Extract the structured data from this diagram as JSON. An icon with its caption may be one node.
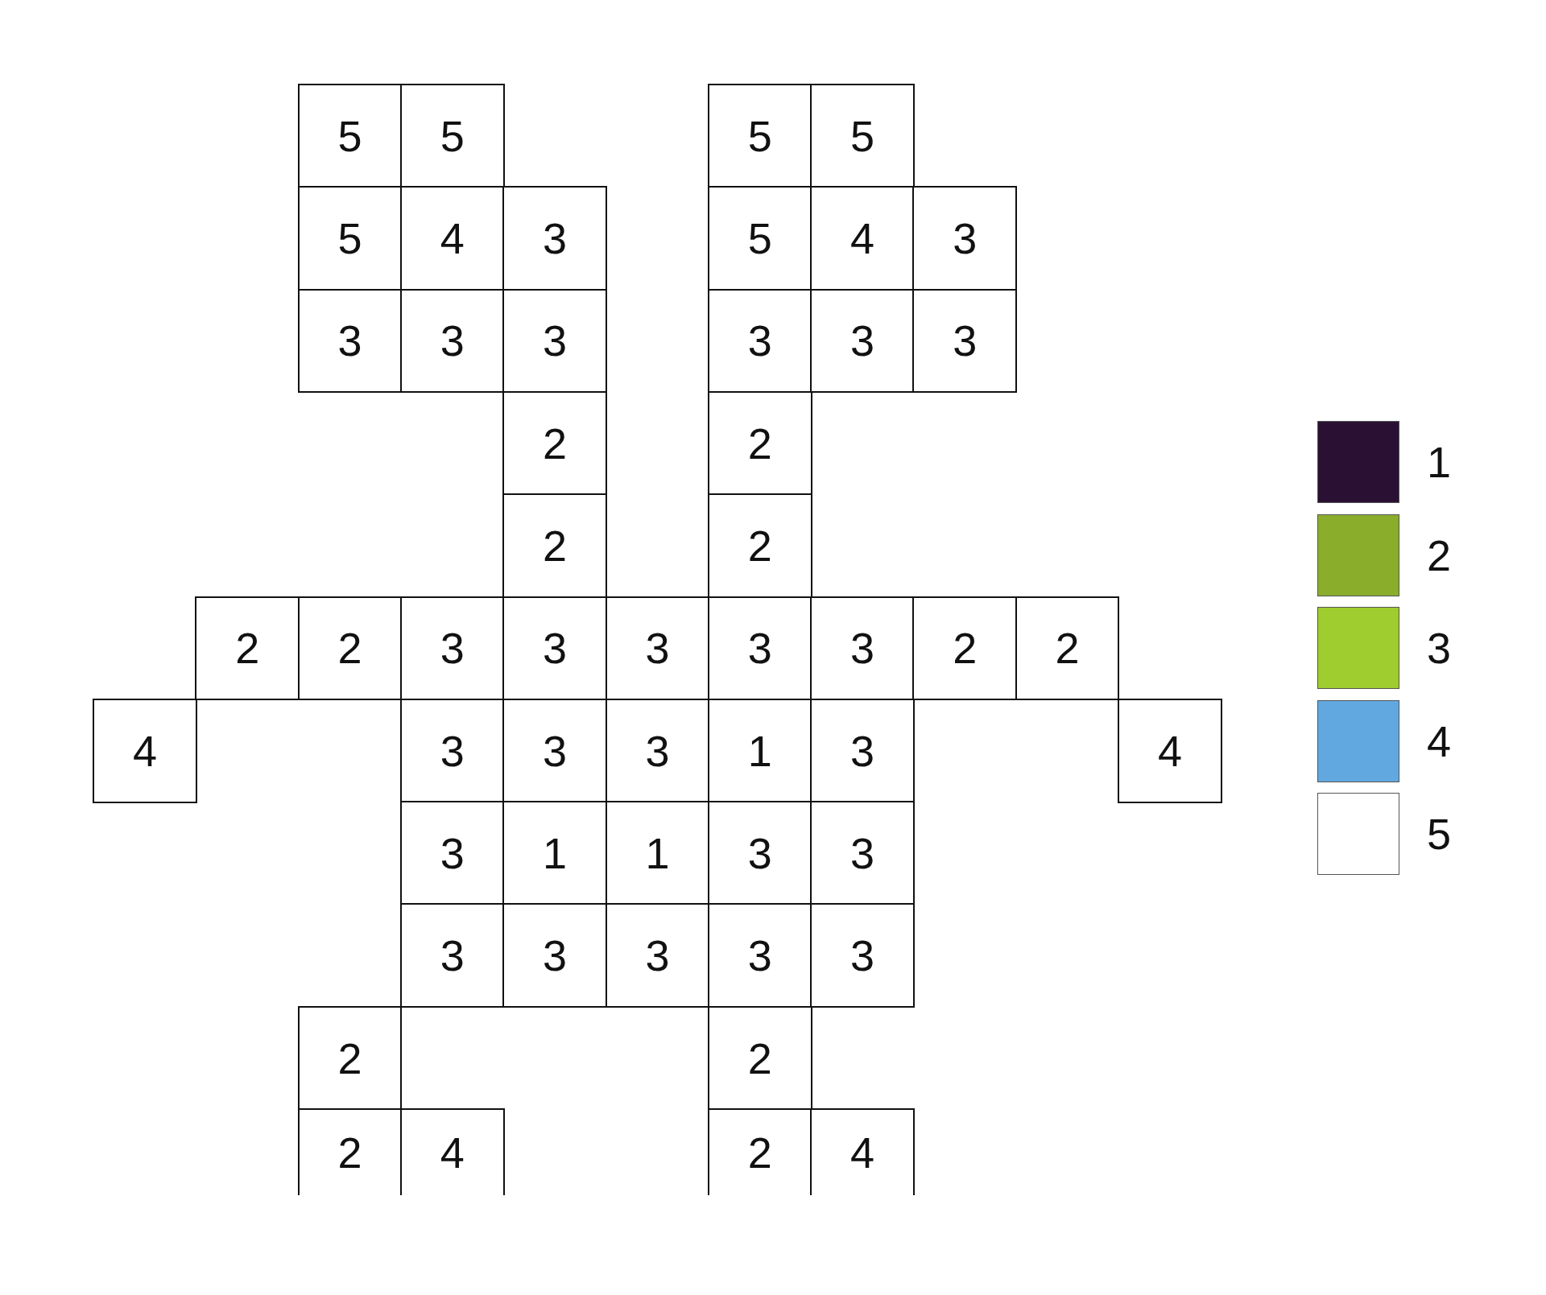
{
  "diagram": {
    "nodes": [
      {
        "text": [
          "5"
        ]
      },
      {
        "text": [
          "5"
        ]
      },
      {
        "text": [
          "5"
        ]
      },
      {
        "text": [
          "5"
        ]
      },
      {
        "text": [
          "5"
        ]
      },
      {
        "text": [
          "4"
        ]
      },
      {
        "text": [
          "3"
        ]
      },
      {
        "text": [
          "5"
        ]
      },
      {
        "text": [
          "4"
        ]
      },
      {
        "text": [
          "3"
        ]
      },
      {
        "text": [
          "3"
        ]
      },
      {
        "text": [
          "3"
        ]
      },
      {
        "text": [
          "3"
        ]
      },
      {
        "text": [
          "3"
        ]
      },
      {
        "text": [
          "3"
        ]
      },
      {
        "text": [
          "3"
        ]
      },
      {
        "text": [
          "2"
        ]
      },
      {
        "text": [
          "2"
        ]
      },
      {
        "text": [
          "2"
        ]
      },
      {
        "text": [
          "2"
        ]
      },
      {
        "text": [
          "2"
        ]
      },
      {
        "text": [
          "2"
        ]
      },
      {
        "text": [
          "3"
        ]
      },
      {
        "text": [
          "3"
        ]
      },
      {
        "text": [
          "3"
        ]
      },
      {
        "text": [
          "3"
        ]
      },
      {
        "text": [
          "3"
        ]
      },
      {
        "text": [
          "2"
        ]
      },
      {
        "text": [
          "2"
        ]
      },
      {
        "text": [
          "4"
        ]
      },
      {
        "text": [
          "3"
        ]
      },
      {
        "text": [
          "3"
        ]
      },
      {
        "text": [
          "3"
        ]
      },
      {
        "text": [
          "1"
        ]
      },
      {
        "text": [
          "3"
        ]
      },
      {
        "text": [
          "4"
        ]
      },
      {
        "text": [
          "3"
        ]
      },
      {
        "text": [
          "1"
        ]
      },
      {
        "text": [
          "1"
        ]
      },
      {
        "text": [
          "3"
        ]
      },
      {
        "text": [
          "3"
        ]
      },
      {
        "text": [
          "3"
        ]
      },
      {
        "text": [
          "3"
        ]
      },
      {
        "text": [
          "3"
        ]
      },
      {
        "text": [
          "3"
        ]
      },
      {
        "text": [
          "3"
        ]
      },
      {
        "text": [
          "2"
        ]
      },
      {
        "text": [
          "2"
        ]
      },
      {
        "text": [
          "2"
        ]
      },
      {
        "text": [
          "4"
        ]
      },
      {
        "text": [
          "2"
        ]
      },
      {
        "text": [
          "4"
        ]
      }
    ],
    "legend": [
      {
        "text": "1",
        "color": "#2a1133"
      },
      {
        "text": "2",
        "color": "#8aad2b"
      },
      {
        "text": "3",
        "color": "#9fcc2e"
      },
      {
        "text": "4",
        "color": "#62a8e0"
      },
      {
        "text": "5",
        "color": "#ffffff"
      }
    ]
  }
}
